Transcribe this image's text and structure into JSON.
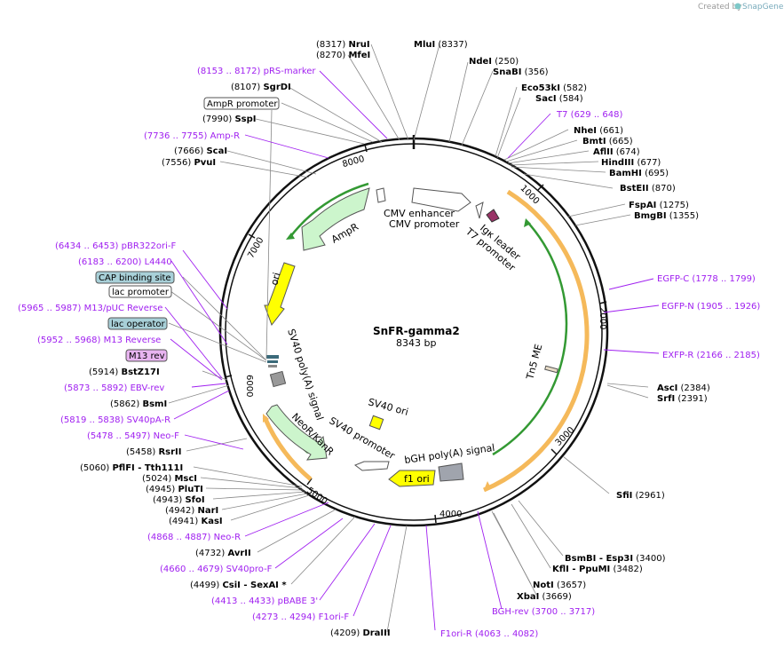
{
  "credit": {
    "text": "Created by",
    "brand": "SnapGene"
  },
  "plasmid": {
    "name": "SnFR-gamma2",
    "size": "8343 bp"
  },
  "ticks": [
    "1000",
    "2000",
    "3000",
    "4000",
    "5000",
    "6000",
    "7000",
    "8000"
  ],
  "features": {
    "cmv_enhancer": "CMV enhancer",
    "cmv_promoter": "CMV promoter",
    "igk_leader": "Igκ leader",
    "t7_promoter": "T7 promoter",
    "ampr": "AmpR",
    "ori": "ori",
    "sv40_polya": "SV40 poly(A) signal",
    "neor": "NeoR/KanR",
    "sv40_promoter": "SV40 promoter",
    "sv40_ori": "SV40 ori",
    "bgh_polya": "bGH poly(A) signal",
    "f1_ori": "f1 ori",
    "tn5_me": "Tn5 ME"
  },
  "labels": [
    {
      "id": "nrui",
      "pos": "(8317)",
      "name": "NruI"
    },
    {
      "id": "mlui",
      "pos": "(8337)",
      "name": "MluI"
    },
    {
      "id": "mfei",
      "pos": "(8270)",
      "name": "MfeI"
    },
    {
      "id": "ndei",
      "pos": "(250)",
      "name": "NdeI"
    },
    {
      "id": "prs",
      "pos": "(8153 .. 8172)",
      "name": "pRS-marker",
      "primer": true
    },
    {
      "id": "snabi",
      "pos": "(356)",
      "name": "SnaBI"
    },
    {
      "id": "sgrdi",
      "pos": "(8107)",
      "name": "SgrDI"
    },
    {
      "id": "eco53ki",
      "pos": "(582)",
      "name": "Eco53kI"
    },
    {
      "id": "saci",
      "pos": "(584)",
      "name": "SacI"
    },
    {
      "id": "sspi",
      "pos": "(7990)",
      "name": "SspI"
    },
    {
      "id": "t7",
      "pos": "(629 .. 648)",
      "name": "T7",
      "primer": true
    },
    {
      "id": "ampr_p",
      "pos": "(7736 .. 7755)",
      "name": "Amp-R",
      "primer": true
    },
    {
      "id": "nhei",
      "pos": "(661)",
      "name": "NheI"
    },
    {
      "id": "bmti",
      "pos": "(665)",
      "name": "BmtI"
    },
    {
      "id": "scai",
      "pos": "(7666)",
      "name": "ScaI"
    },
    {
      "id": "aflii",
      "pos": "(674)",
      "name": "AflII"
    },
    {
      "id": "pvui",
      "pos": "(7556)",
      "name": "PvuI"
    },
    {
      "id": "hindiii",
      "pos": "(677)",
      "name": "HindIII"
    },
    {
      "id": "bamhi",
      "pos": "(695)",
      "name": "BamHI"
    },
    {
      "id": "bsteii",
      "pos": "(870)",
      "name": "BstEII"
    },
    {
      "id": "fspai",
      "pos": "(1275)",
      "name": "FspAI"
    },
    {
      "id": "bmgbi",
      "pos": "(1355)",
      "name": "BmgBI"
    },
    {
      "id": "pbr322",
      "pos": "(6434 .. 6453)",
      "name": "pBR322ori-F",
      "primer": true
    },
    {
      "id": "l4440",
      "pos": "(6183 .. 6200)",
      "name": "L4440",
      "primer": true
    },
    {
      "id": "egfpc",
      "pos": "(1778 .. 1799)",
      "name": "EGFP-C",
      "primer": true
    },
    {
      "id": "m13puc",
      "pos": "(5965 .. 5987)",
      "name": "M13/pUC Reverse",
      "primer": true
    },
    {
      "id": "egfpn",
      "pos": "(1905 .. 1926)",
      "name": "EGFP-N",
      "primer": true
    },
    {
      "id": "m13rev",
      "pos": "(5952 .. 5968)",
      "name": "M13 Reverse",
      "primer": true
    },
    {
      "id": "exfpr",
      "pos": "(2166 .. 2185)",
      "name": "EXFP-R",
      "primer": true
    },
    {
      "id": "bstz17i",
      "pos": "(5914)",
      "name": "BstZ17I"
    },
    {
      "id": "ebvrev",
      "pos": "(5873 .. 5892)",
      "name": "EBV-rev",
      "primer": true
    },
    {
      "id": "asci",
      "pos": "(2384)",
      "name": "AscI"
    },
    {
      "id": "srfi",
      "pos": "(2391)",
      "name": "SrfI"
    },
    {
      "id": "bsmi",
      "pos": "(5862)",
      "name": "BsmI"
    },
    {
      "id": "sv40pa",
      "pos": "(5819 .. 5838)",
      "name": "SV40pA-R",
      "primer": true
    },
    {
      "id": "neof",
      "pos": "(5478 .. 5497)",
      "name": "Neo-F",
      "primer": true
    },
    {
      "id": "rsrii",
      "pos": "(5458)",
      "name": "RsrII"
    },
    {
      "id": "pflfi",
      "pos": "(5060)",
      "name": "PflFI  - Tth111I"
    },
    {
      "id": "sfii",
      "pos": "(2961)",
      "name": "SfiI"
    },
    {
      "id": "msci",
      "pos": "(5024)",
      "name": "MscI"
    },
    {
      "id": "pluti",
      "pos": "(4945)",
      "name": "PluTI"
    },
    {
      "id": "sfoi",
      "pos": "(4943)",
      "name": "SfoI"
    },
    {
      "id": "nari",
      "pos": "(4942)",
      "name": "NarI"
    },
    {
      "id": "kasi",
      "pos": "(4941)",
      "name": "KasI"
    },
    {
      "id": "neor_p",
      "pos": "(4868 .. 4887)",
      "name": "Neo-R",
      "primer": true
    },
    {
      "id": "bsmbi",
      "pos": "(3400)",
      "name": "BsmBI  - Esp3I"
    },
    {
      "id": "kfli",
      "pos": "(3482)",
      "name": "KflI  - PpuMI"
    },
    {
      "id": "avrii",
      "pos": "(4732)",
      "name": "AvrII"
    },
    {
      "id": "sv40pro",
      "pos": "(4660 .. 4679)",
      "name": "SV40pro-F",
      "primer": true
    },
    {
      "id": "noti",
      "pos": "(3657)",
      "name": "NotI"
    },
    {
      "id": "xbai",
      "pos": "(3669)",
      "name": "XbaI"
    },
    {
      "id": "csii",
      "pos": "(4499)",
      "name": "CsiI  - SexAI *"
    },
    {
      "id": "bghrev",
      "pos": "(3700 .. 3717)",
      "name": "BGH-rev",
      "primer": true
    },
    {
      "id": "pbabe",
      "pos": "(4413 .. 4433)",
      "name": "pBABE 3'",
      "primer": true
    },
    {
      "id": "f1orif",
      "pos": "(4273 .. 4294)",
      "name": "F1ori-F",
      "primer": true
    },
    {
      "id": "draiii",
      "pos": "(4209)",
      "name": "DraIII"
    },
    {
      "id": "f1orir",
      "pos": "(4063 .. 4082)",
      "name": "F1ori-R",
      "primer": true
    }
  ],
  "boxed": {
    "ampr_promoter": "AmpR promoter",
    "cap_site": "CAP binding site",
    "lac_promoter": "lac promoter",
    "lac_operator": "lac operator",
    "m13_rev": "M13 rev"
  },
  "colors": {
    "cap_fill": "#a8d0d8",
    "lac_op_fill": "#a8d0d8",
    "m13_fill": "#e8b4f0",
    "ori_fill": "#ffff00",
    "ampr_fill": "#ccf5cc",
    "orange": "#f5b95a",
    "green": "#339933",
    "primer": "#a020f0"
  }
}
